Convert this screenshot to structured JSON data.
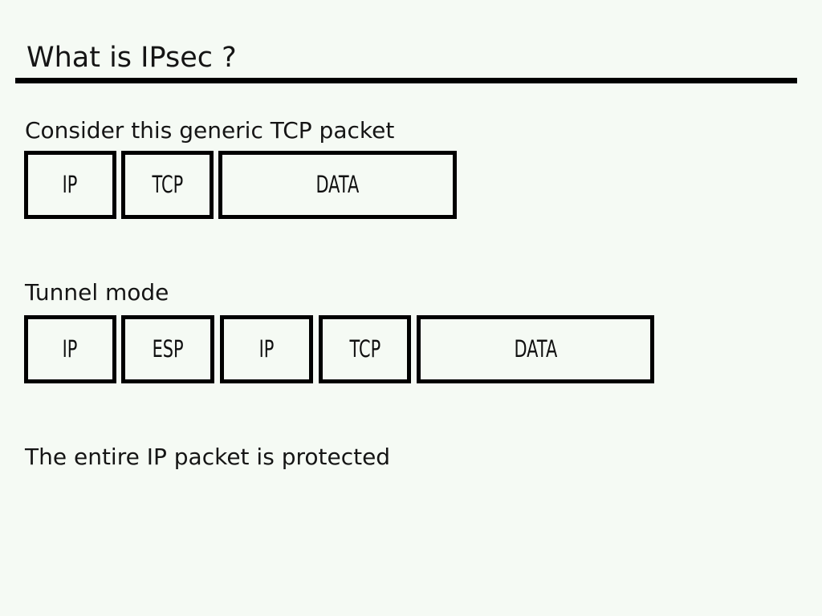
{
  "slide": {
    "title": "What is IPsec ?",
    "rows": [
      {
        "caption": "Consider this generic TCP packet",
        "segments": [
          "IP",
          "TCP",
          "DATA"
        ]
      },
      {
        "caption": "Tunnel mode",
        "segments": [
          "IP",
          "ESP",
          "IP",
          "TCP",
          "DATA"
        ]
      }
    ],
    "footer": "The entire IP packet is protected"
  },
  "colors": {
    "background": "#f5faf4",
    "text": "#151515",
    "rule": "#000000",
    "box_border": "#000000"
  }
}
